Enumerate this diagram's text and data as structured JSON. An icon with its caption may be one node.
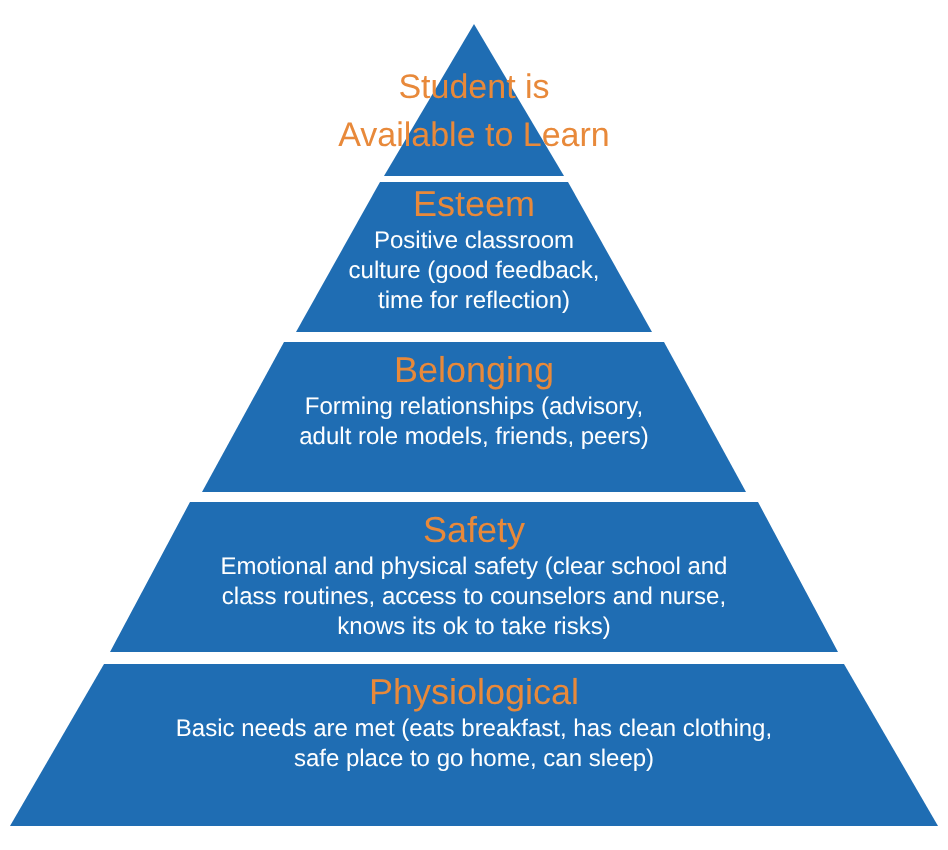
{
  "diagram": {
    "nodes": [
      {
        "text": [
          "Student is Available to Learn"
        ]
      },
      {
        "text": [
          "Esteem",
          "Positive classroom culture (good feedback, time for reflection)"
        ]
      },
      {
        "text": [
          "Belonging",
          "Forming relationships (advisory, adult role models, friends, peers)"
        ]
      },
      {
        "text": [
          "Safety",
          "Emotional and physical safety (clear school and class routines, access to counselors and nurse, knows its ok to take risks)"
        ]
      },
      {
        "text": [
          "Physiological",
          "Basic needs are met (eats breakfast, has clean clothing, safe place to go home, can sleep)"
        ]
      }
    ],
    "edges": []
  }
}
